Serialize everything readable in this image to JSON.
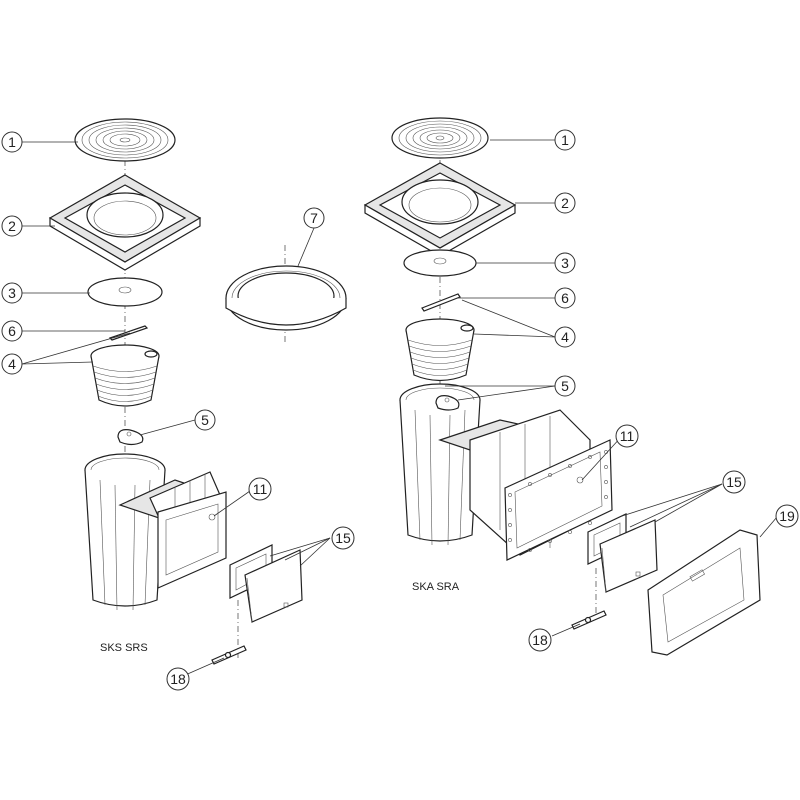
{
  "diagram": {
    "models": {
      "left": "SKS SRS",
      "right": "SKA SRA"
    },
    "callouts": {
      "left_1": "1",
      "left_2": "2",
      "left_3": "3",
      "left_6": "6",
      "left_4": "4",
      "left_5": "5",
      "left_11": "11",
      "left_15": "15",
      "left_18": "18",
      "center_7": "7",
      "right_1": "1",
      "right_2": "2",
      "right_3": "3",
      "right_6": "6",
      "right_4": "4",
      "right_5": "5",
      "right_11": "11",
      "right_15": "15",
      "right_19": "19",
      "right_18": "18"
    }
  }
}
